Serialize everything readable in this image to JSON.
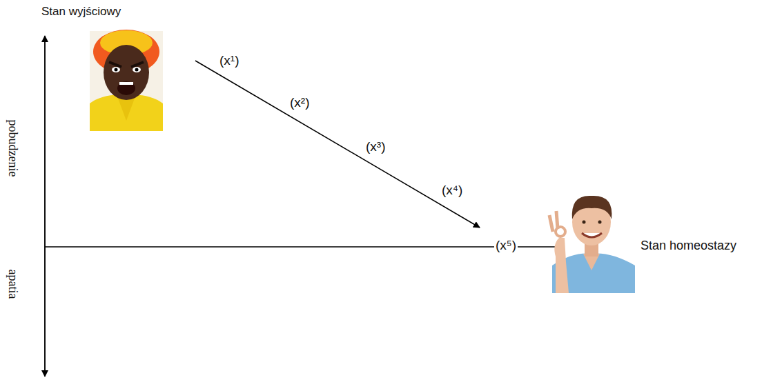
{
  "diagram": {
    "labels": [
      "Stan wyjściowy",
      "pobudzenie",
      "apatia",
      "(x¹)",
      "(x²)",
      "(x³)",
      "(x⁴)",
      "(x⁵)",
      "Stan homeostazy"
    ]
  }
}
